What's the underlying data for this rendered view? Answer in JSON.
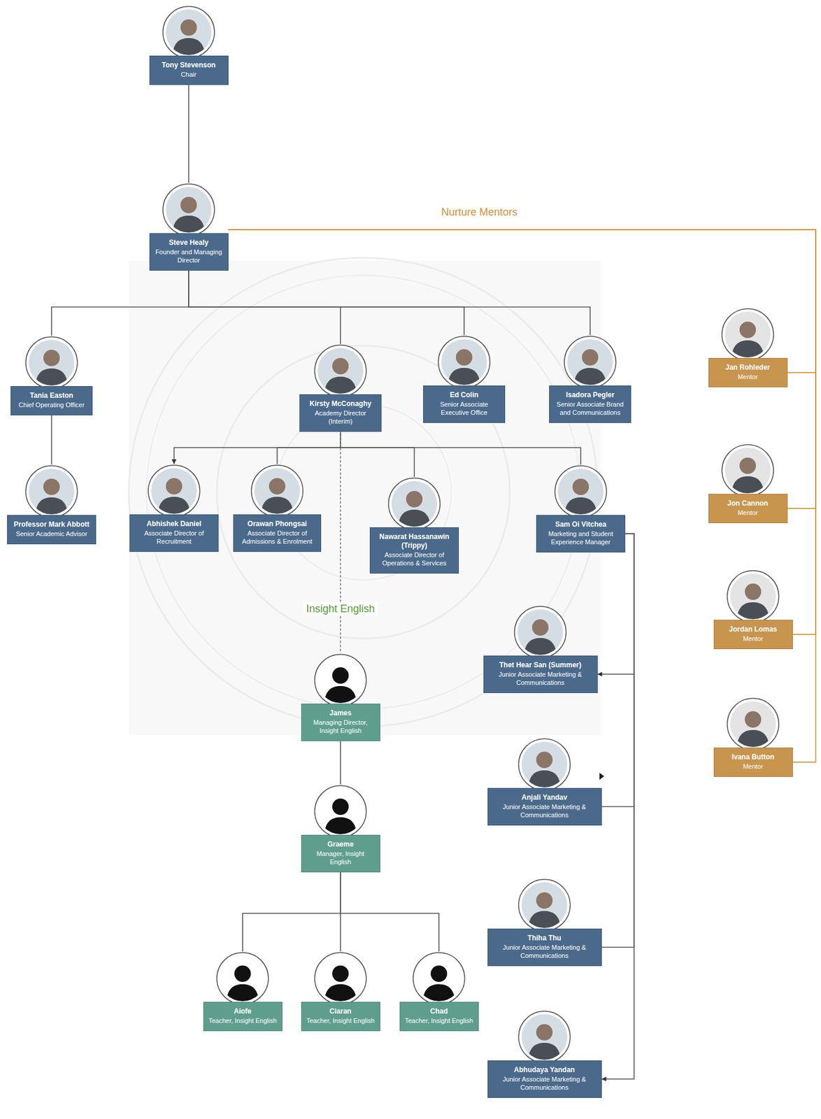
{
  "diagram": {
    "nodes": [
      {
        "text": [
          "Tony Stevenson",
          "Chair"
        ]
      },
      {
        "text": [
          "Steve Healy",
          "Founder and Managing Director"
        ]
      },
      {
        "text": [
          "Tania Easton",
          "Chief Operating Officer"
        ]
      },
      {
        "text": [
          "Kirsty McConaghy",
          "Academy Director (Interim)"
        ]
      },
      {
        "text": [
          "Ed Colin",
          "Senior Associate Executive Office"
        ]
      },
      {
        "text": [
          "Isadora Pegler",
          "Senior Associate Brand and Communications"
        ]
      },
      {
        "text": [
          "Professor Mark Abbott",
          "Senior Academic Advisor"
        ]
      },
      {
        "text": [
          "Abhishek Daniel",
          "Associate Director of Recruitment"
        ]
      },
      {
        "text": [
          "Orawan Phongsai",
          "Associate Director of Admissions & Enrolment"
        ]
      },
      {
        "text": [
          "Nawarat Hassanawin (Trippy)",
          "Associate Director of Operations & Services"
        ]
      },
      {
        "text": [
          "Sam Oi Vitchea",
          "Marketing and Student Experience Manager"
        ]
      },
      {
        "text": [
          "Thet Hear San (Summer)",
          "Junior Associate Marketing & Communications"
        ]
      },
      {
        "text": [
          "Anjali Yandav",
          "Junior Associate Marketing & Communications"
        ]
      },
      {
        "text": [
          "Thiha Thu",
          "Junior Associate Marketing & Communications"
        ]
      },
      {
        "text": [
          "Abhudaya Yandan",
          "Junior Associate Marketing & Communications"
        ]
      },
      {
        "text": [
          "James",
          "Managing Director, Insight English"
        ]
      },
      {
        "text": [
          "Graeme",
          "Manager, Insight English"
        ]
      },
      {
        "text": [
          "Aiofe",
          "Teacher, Insight English"
        ]
      },
      {
        "text": [
          "Ciaran",
          "Teacher, Insight English"
        ]
      },
      {
        "text": [
          "Chad",
          "Teacher, Insight English"
        ]
      },
      {
        "text": [
          "Jan Rohleder",
          "Mentor"
        ]
      },
      {
        "text": [
          "Jon Cannon",
          "Mentor"
        ]
      },
      {
        "text": [
          "Jordan Lomas",
          "Mentor"
        ]
      },
      {
        "text": [
          "Ivana Button",
          "Mentor"
        ]
      }
    ],
    "edges": [
      {
        "from": 0,
        "to": 1,
        "arrow": "none"
      },
      {
        "from": 1,
        "to": 2,
        "arrow": "none"
      },
      {
        "from": 1,
        "to": 3,
        "arrow": "none"
      },
      {
        "from": 1,
        "to": 4,
        "arrow": "none"
      },
      {
        "from": 1,
        "to": 5,
        "arrow": "none"
      },
      {
        "from": 2,
        "to": 6,
        "arrow": "none"
      },
      {
        "from": 3,
        "to": 7,
        "arrow": "to"
      },
      {
        "from": 3,
        "to": 8,
        "arrow": "none"
      },
      {
        "from": 3,
        "to": 9,
        "arrow": "none"
      },
      {
        "from": 3,
        "to": 10,
        "arrow": "none"
      },
      {
        "from": 3,
        "to": 15,
        "arrow": "none"
      },
      {
        "from": 15,
        "to": 16,
        "arrow": "none"
      },
      {
        "from": 16,
        "to": 17,
        "arrow": "none"
      },
      {
        "from": 16,
        "to": 18,
        "arrow": "none"
      },
      {
        "from": 16,
        "to": 19,
        "arrow": "none"
      },
      {
        "from": 10,
        "to": 11,
        "arrow": "to"
      },
      {
        "from": 10,
        "to": 12,
        "arrow": "none"
      },
      {
        "from": 10,
        "to": 13,
        "arrow": "none"
      },
      {
        "from": 10,
        "to": 14,
        "arrow": "to"
      },
      {
        "from": 1,
        "to": 20,
        "arrow": "none"
      },
      {
        "from": 1,
        "to": 21,
        "arrow": "none"
      },
      {
        "from": 1,
        "to": 22,
        "arrow": "none"
      },
      {
        "from": 1,
        "to": 23,
        "arrow": "none"
      }
    ],
    "labels": [
      "Nurture Mentors",
      "Insight English"
    ]
  }
}
